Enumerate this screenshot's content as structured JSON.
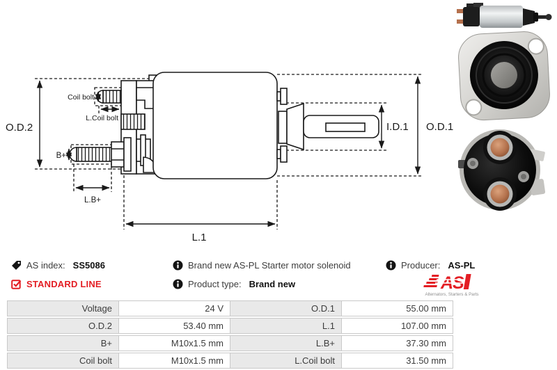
{
  "diagram": {
    "labels": {
      "od2": "O.D.2",
      "coil_bolt": "Coil bolt",
      "l_coil_bolt": "L.Coil bolt",
      "b_plus": "B+",
      "l_b_plus": "L.B+",
      "l1": "L.1",
      "id1": "I.D.1",
      "od1": "O.D.1"
    }
  },
  "photos": {
    "side": "solenoid-side-view",
    "front": "solenoid-front-flange-view",
    "rear": "solenoid-rear-terminals-view"
  },
  "info": {
    "as_index_label": "AS index:",
    "as_index_value": "SS5086",
    "standard_line": "STANDARD LINE",
    "description": "Brand new AS-PL Starter motor solenoid",
    "product_type_label": "Product type:",
    "product_type_value": "Brand new",
    "producer_label": "Producer:",
    "producer_value": "AS-PL",
    "logo_text": "AS",
    "logo_subtext": "Alternators, Starters & Parts"
  },
  "specs": {
    "rows": [
      {
        "label1": "Voltage",
        "value1": "24 V",
        "label2": "O.D.1",
        "value2": "55.00 mm"
      },
      {
        "label1": "O.D.2",
        "value1": "53.40 mm",
        "label2": "L.1",
        "value2": "107.00 mm"
      },
      {
        "label1": "B+",
        "value1": "M10x1.5 mm",
        "label2": "L.B+",
        "value2": "37.30 mm"
      },
      {
        "label1": "Coil bolt",
        "value1": "M10x1.5 mm",
        "label2": "L.Coil bolt",
        "value2": "31.50 mm"
      }
    ]
  },
  "colors": {
    "accent_red": "#e31e24",
    "table_label_bg": "#e9e9e9",
    "table_border": "#c9c9c9",
    "line_color": "#1a1a1a"
  }
}
